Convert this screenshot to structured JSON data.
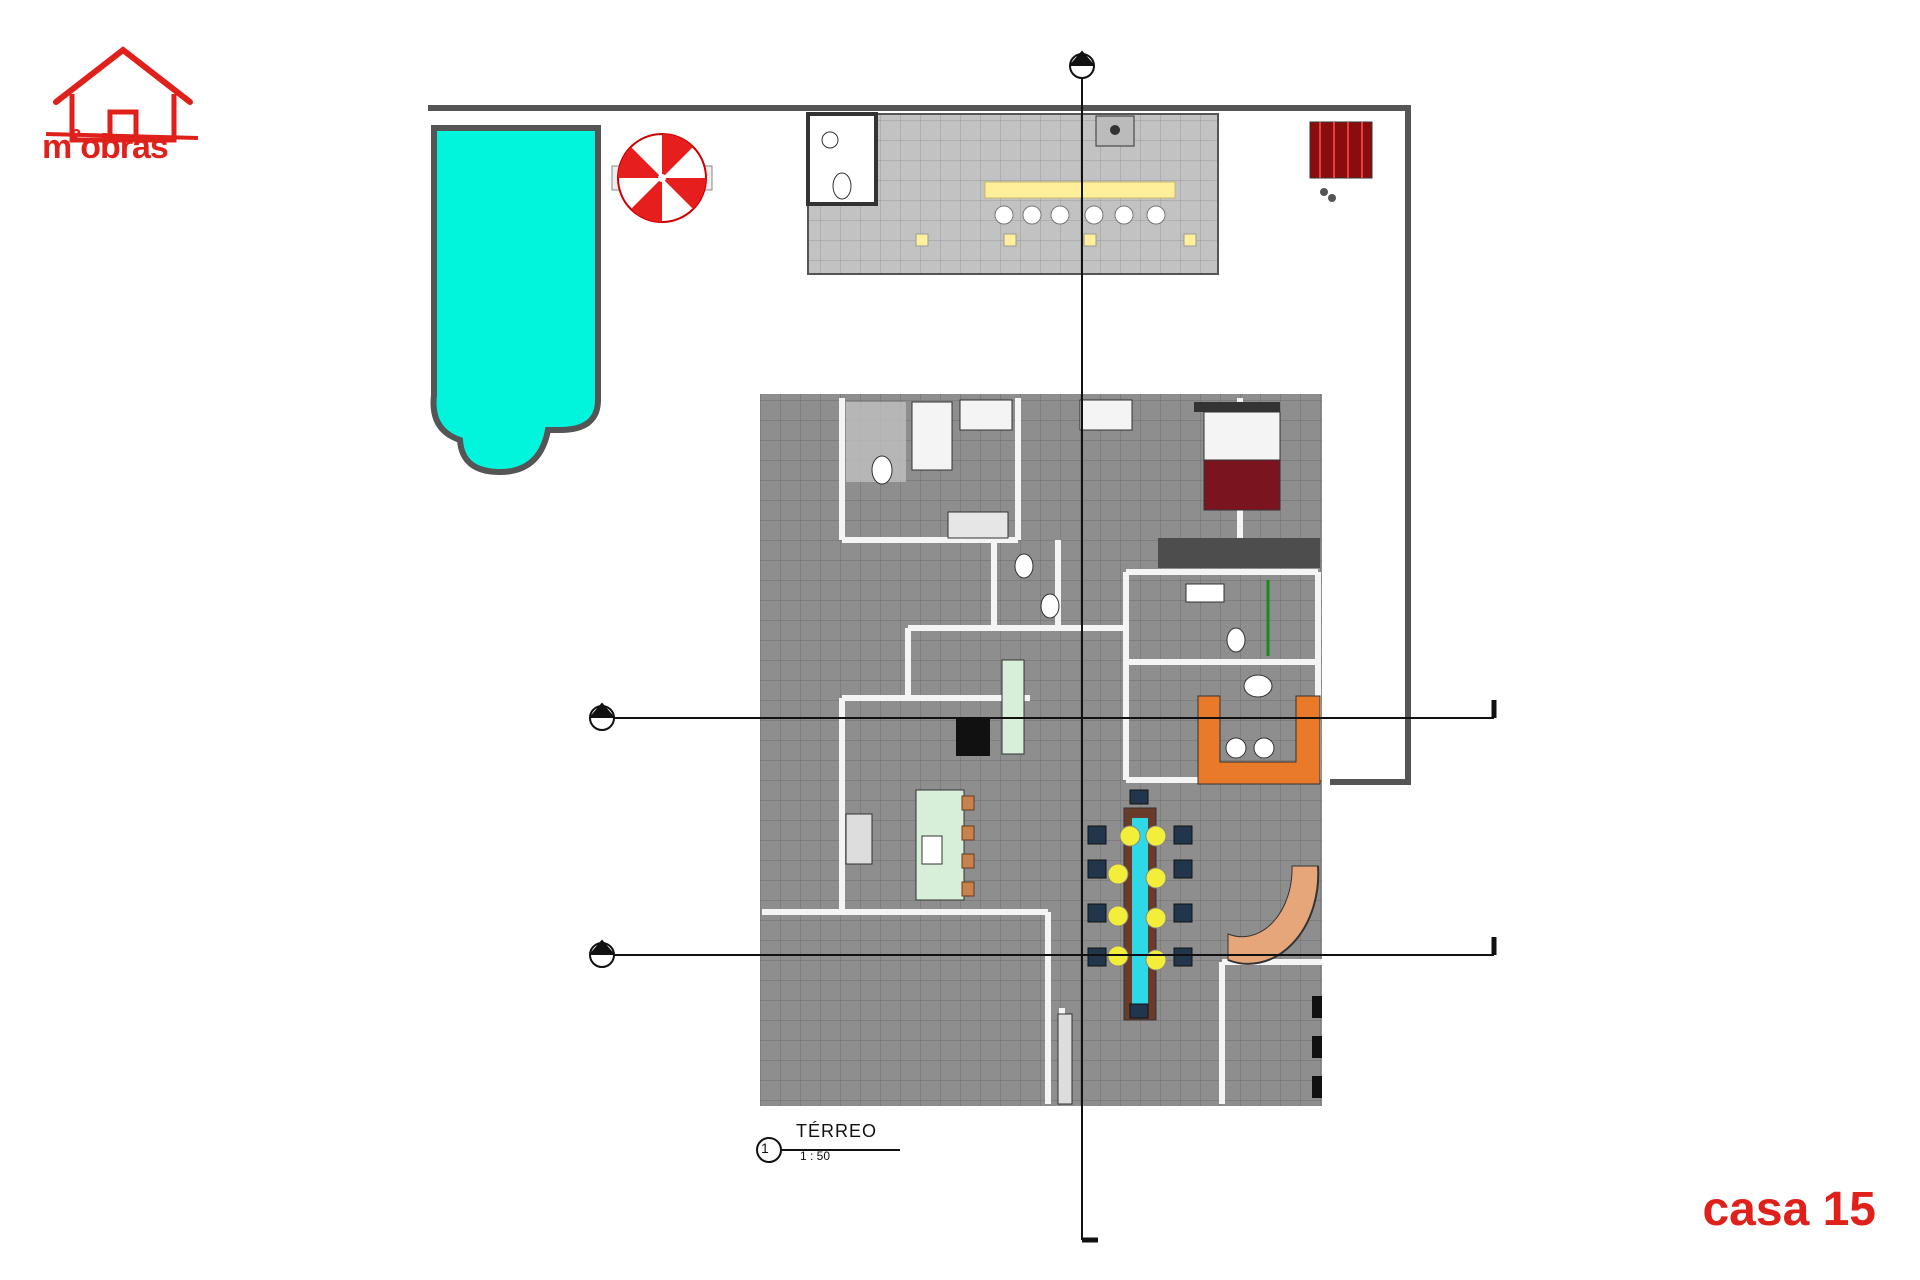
{
  "brand": {
    "name_prefix": "m",
    "name_super": "2",
    "name_suffix": "obras",
    "color": "#e0201b"
  },
  "project": {
    "label": "casa 15"
  },
  "view": {
    "number": "1",
    "title": "TÉRREO",
    "scale": "1 : 50"
  },
  "colors": {
    "floor": "#8e8e8e",
    "grid": "#6f6f6f",
    "deck": "#c2c2c2",
    "wall": "#3a3a3a",
    "pool": "#00f5dc",
    "bed": "#7a1520",
    "sofa": "#e87a2a",
    "table": "#2fd8e6",
    "chairs": "#f2ee3a",
    "umbrella": "#e61e1e",
    "counter": "#d7efd9",
    "stair": "#e7a67a"
  },
  "icons": [
    "house-logo-icon",
    "section-marker-icon",
    "view-number-icon"
  ]
}
